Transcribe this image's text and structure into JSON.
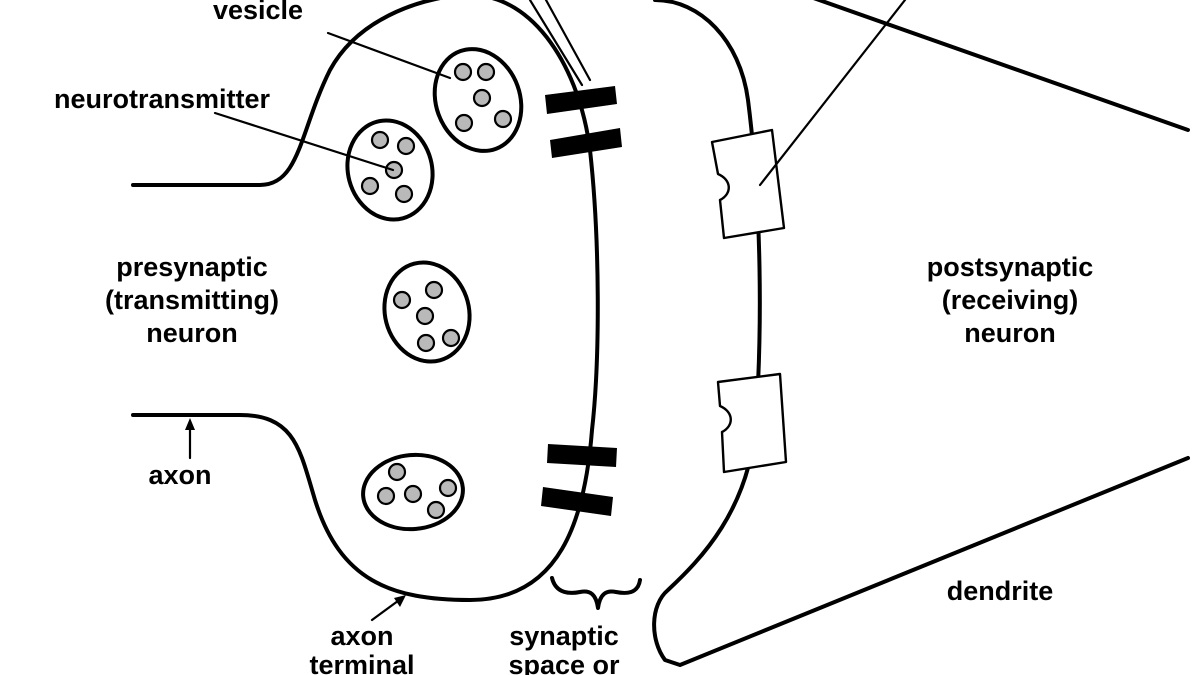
{
  "diagram": {
    "labels": {
      "vesicle": "vesicle",
      "neurotransmitter": "neurotransmitter",
      "presynaptic_line1": "presynaptic",
      "presynaptic_line2": "(transmitting)",
      "presynaptic_line3": "neuron",
      "postsynaptic_line1": "postsynaptic",
      "postsynaptic_line2": "(receiving)",
      "postsynaptic_line3": "neuron",
      "axon": "axon",
      "axon_terminal_line1": "axon",
      "axon_terminal_line2": "terminal",
      "synaptic_line1": "synaptic",
      "synaptic_line2": "space or",
      "dendrite": "dendrite"
    },
    "colors": {
      "stroke": "#000000",
      "background": "#ffffff",
      "neurotransmitter_fill": "#b9b9b9"
    }
  }
}
